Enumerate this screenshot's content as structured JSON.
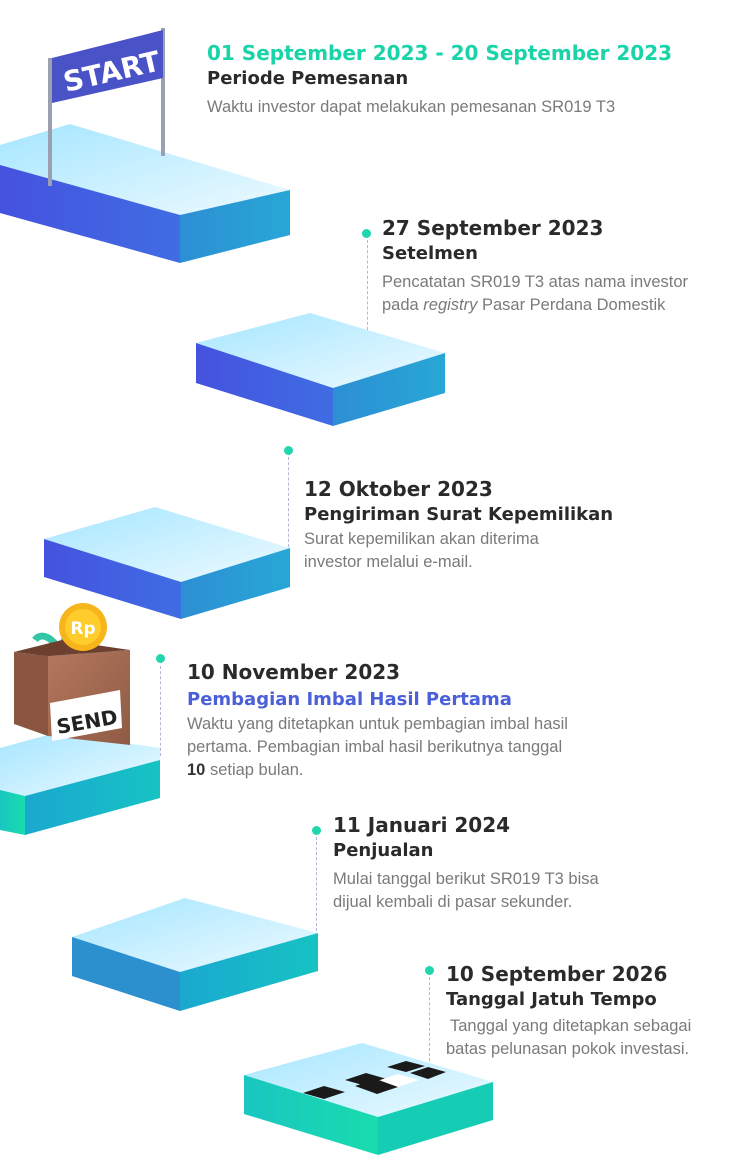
{
  "start_sign": "START",
  "box_label": "SEND",
  "coin_label": "Rp",
  "steps": [
    {
      "date": "01 September 2023 - 20 September 2023",
      "title": "Periode Pemesanan",
      "desc": [
        "Waktu investor dapat melakukan pemesanan SR019 T3"
      ]
    },
    {
      "date": "27 September 2023",
      "title": "Setelmen",
      "desc1": "Pencatatan SR019 T3 atas nama investor",
      "desc2_a": "pada ",
      "desc2_em": "registry",
      "desc2_b": " Pasar Perdana Domestik"
    },
    {
      "date": "12 Oktober 2023",
      "title": "Pengiriman Surat Kepemilikan",
      "desc": [
        "Surat kepemilikan akan diterima",
        "investor melalui e-mail."
      ]
    },
    {
      "date": "10 November 2023",
      "title": "Pembagian Imbal Hasil Pertama",
      "desc1": "Waktu yang ditetapkan untuk pembagian imbal hasil",
      "desc2": "pertama. Pembagian imbal hasil berikutnya tanggal",
      "desc3_bold": "10",
      "desc3_rest": " setiap bulan."
    },
    {
      "date": "11 Januari 2024",
      "title": "Penjualan",
      "desc": [
        "Mulai tanggal berikut SR019 T3 bisa",
        "dijual kembali di pasar sekunder."
      ]
    },
    {
      "date": "10 September 2026",
      "title": "Tanggal Jatuh Tempo",
      "desc": [
        "Tanggal yang ditetapkan sebagai",
        "batas pelunasan pokok investasi."
      ]
    }
  ],
  "colors": {
    "accent_teal": "#19d4a8",
    "accent_blue": "#4b5fd8",
    "platform_blue": "#4a5ee0",
    "platform_teal": "#19d9ad"
  }
}
